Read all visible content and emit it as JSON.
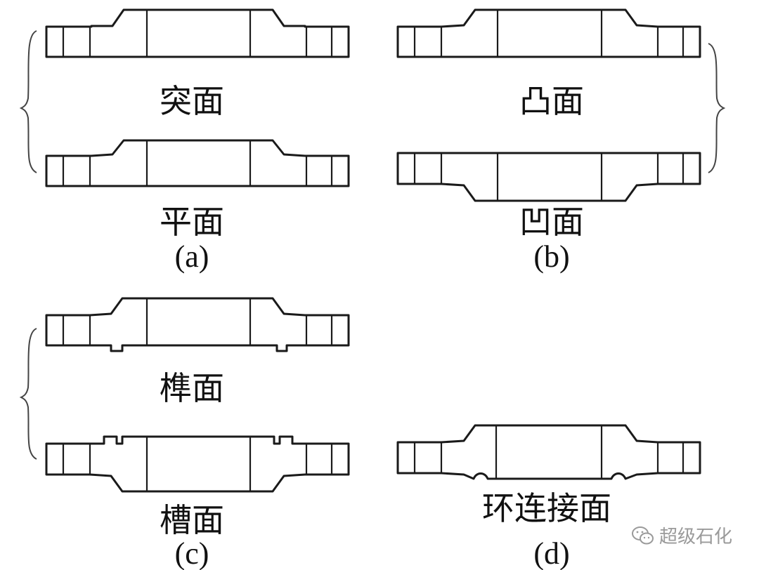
{
  "panels": {
    "a": {
      "caption": "(a)",
      "faces": [
        {
          "id": "raised-face",
          "label": "突面"
        },
        {
          "id": "flat-face",
          "label": "平面"
        }
      ]
    },
    "b": {
      "caption": "(b)",
      "faces": [
        {
          "id": "male-face",
          "label": "凸面"
        },
        {
          "id": "female-face",
          "label": "凹面"
        }
      ]
    },
    "c": {
      "caption": "(c)",
      "faces": [
        {
          "id": "tongue-face",
          "label": "榫面"
        },
        {
          "id": "groove-face",
          "label": "槽面"
        }
      ]
    },
    "d": {
      "caption": "(d)",
      "faces": [
        {
          "id": "ring-joint-face",
          "label": "环连接面"
        }
      ]
    }
  },
  "watermark": {
    "text": "超级石化",
    "icon": "wechat-icon"
  },
  "colors": {
    "line": "#1a1a1a",
    "background": "#ffffff",
    "watermark": "#9a9a9a"
  }
}
